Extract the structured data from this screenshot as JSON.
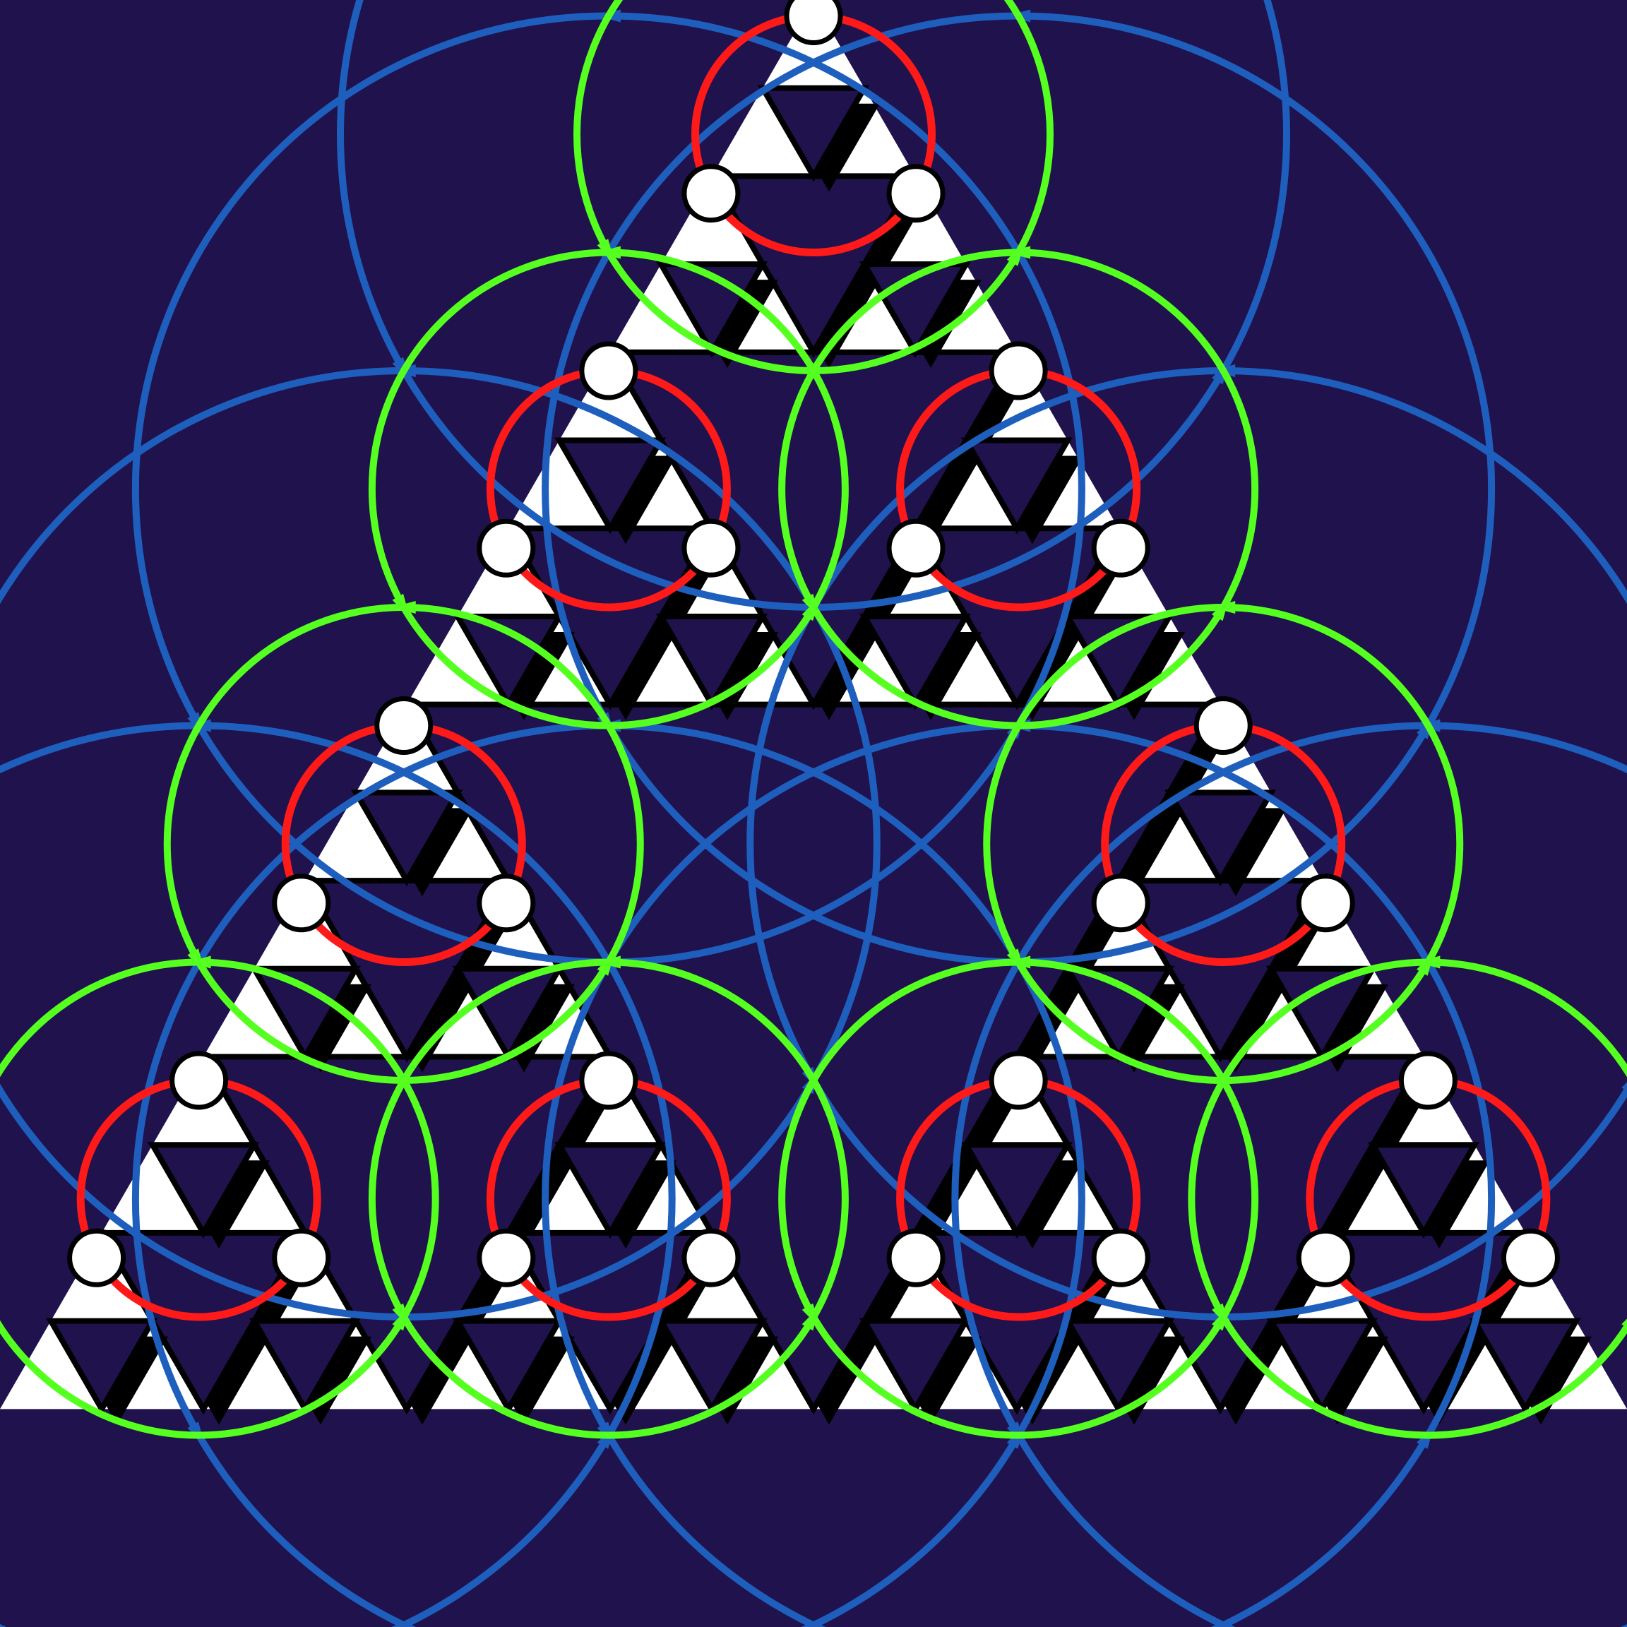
{
  "diagram": {
    "kind": "sierpinski-triangle-graph",
    "depth": 3,
    "node_count": 27,
    "orbit_direction": "counterclockwise",
    "colors": {
      "background": "#1f124d",
      "triangle_fill": "#ffffff",
      "triangle_outline": "#000000",
      "level_1_orbit": "#ff1a1a",
      "level_2_orbit": "#55ff1f",
      "level_3_orbit": "#1e5fbd",
      "node_fill": "#ffffff",
      "node_stroke": "#000000"
    }
  }
}
